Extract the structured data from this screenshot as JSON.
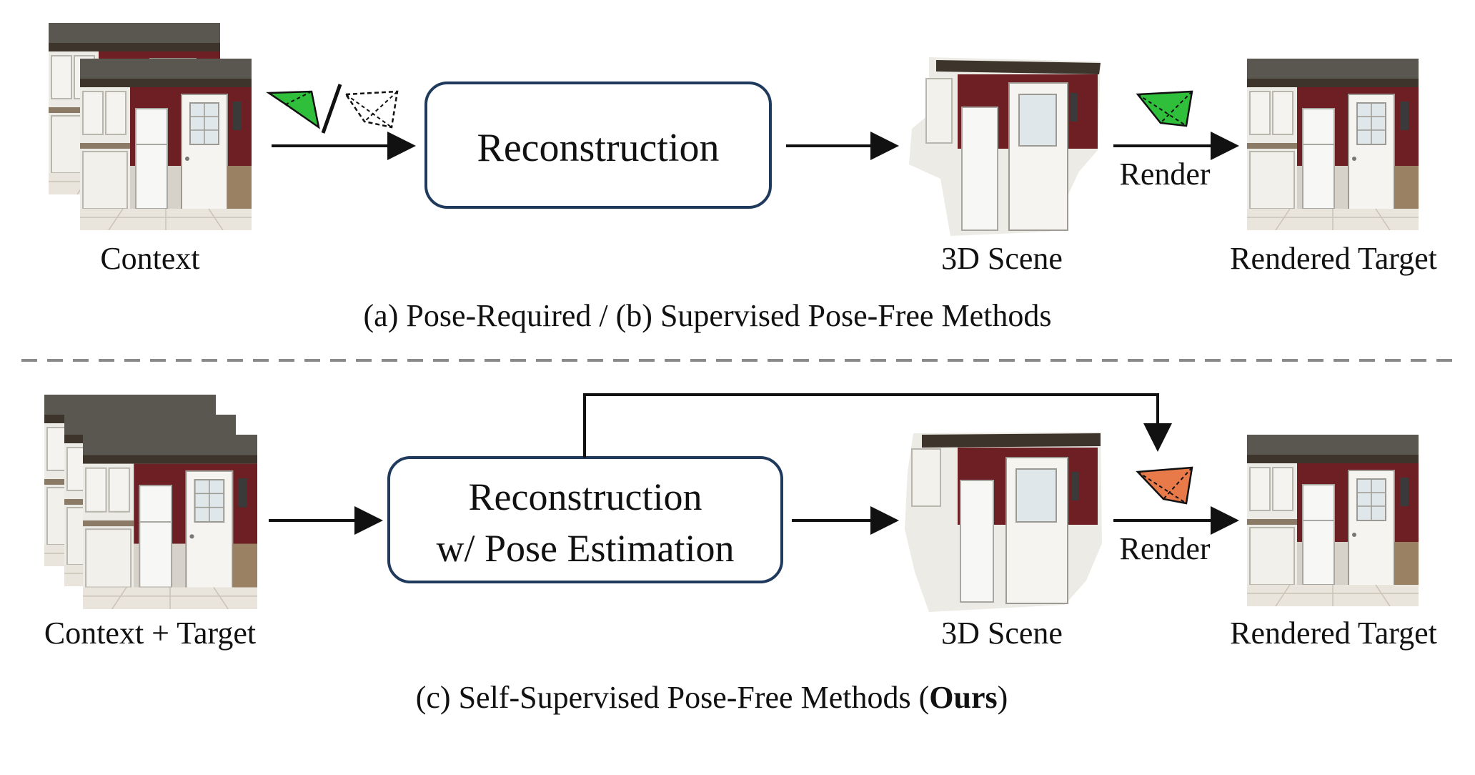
{
  "top": {
    "context_label": "Context",
    "box_label": "Reconstruction",
    "scene_label": "3D Scene",
    "render_label": "Render",
    "target_label": "Rendered Target",
    "caption": "(a) Pose-Required / (b) Supervised Pose-Free Methods"
  },
  "bottom": {
    "context_label": "Context + Target",
    "box_label_line1": "Reconstruction",
    "box_label_line2": "w/ Pose Estimation",
    "scene_label": "3D Scene",
    "render_label": "Render",
    "target_label": "Rendered Target",
    "caption_prefix": "(c) Self-Supervised Pose-Free Methods (",
    "caption_bold": "Ours",
    "caption_suffix": ")"
  },
  "colors": {
    "box_border": "#1f3a5c",
    "camera_given": "#2fbf3a",
    "camera_estimated": "#e87a4a",
    "divider": "#8a8a8a",
    "wall": "#6e1f24"
  },
  "icons": {
    "camera_given": "camera-frustum-icon",
    "camera_estimated": "camera-frustum-icon"
  }
}
